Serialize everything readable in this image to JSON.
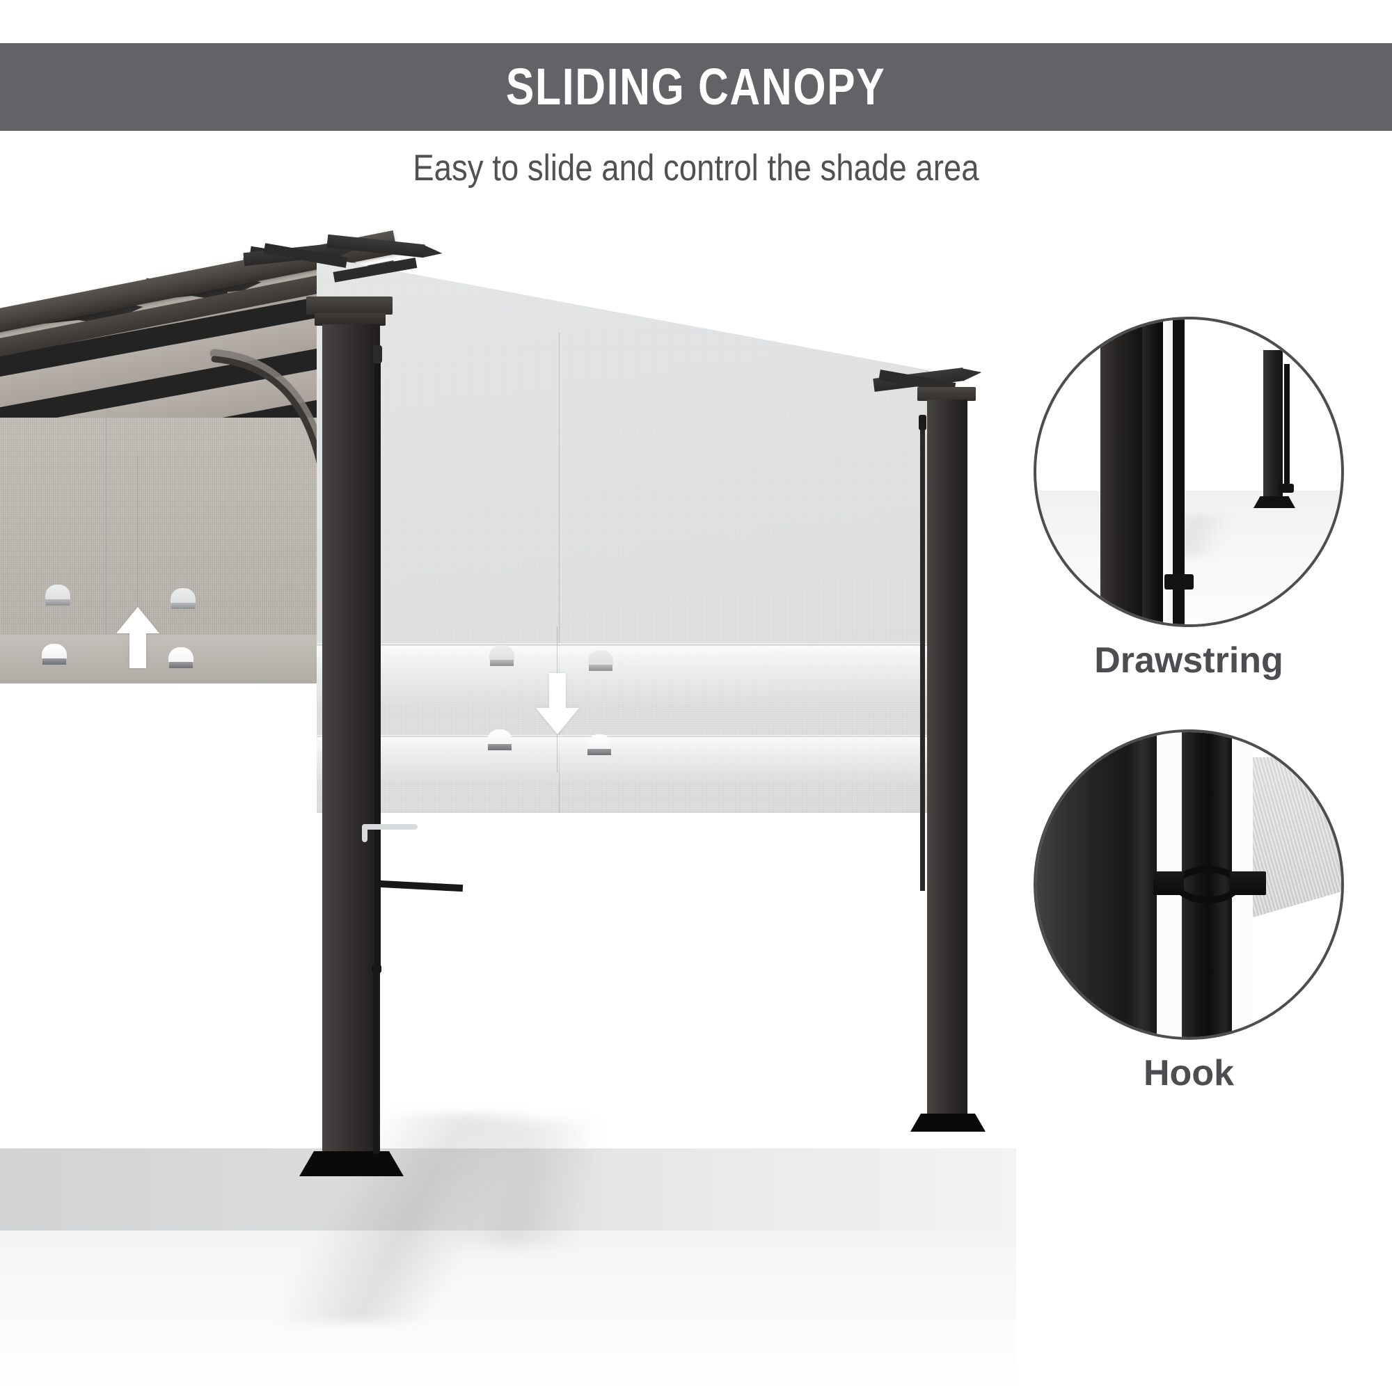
{
  "header": {
    "title": "SLIDING CANOPY",
    "subtitle": "Easy to slide and control the shade area",
    "banner_color": "#616367",
    "title_color": "#ffffff",
    "subtitle_color": "#4f5154"
  },
  "product": {
    "name": "pergola-with-retractable-sliding-canopy",
    "frame_color": "#2e2b2a",
    "canopy_color": "#dedfe0",
    "retracted_canopy_color": "#b3aea8"
  },
  "scene": {
    "direction_indicators": [
      {
        "name": "slide-open-arrow",
        "direction": "up",
        "symbol": "↑"
      },
      {
        "name": "slide-close-arrow",
        "direction": "down",
        "symbol": "↓"
      }
    ]
  },
  "callouts": [
    {
      "id": "drawstring",
      "label": "Drawstring",
      "detail": "vertical drawstring cord running down the pergola post",
      "border_color": "#4c4d4f",
      "label_color": "#4b4d50"
    },
    {
      "id": "hook",
      "label": "Hook",
      "detail": "ring hook clipping the canopy fabric onto the post",
      "border_color": "#4c4d4f",
      "label_color": "#4b4d50"
    }
  ]
}
